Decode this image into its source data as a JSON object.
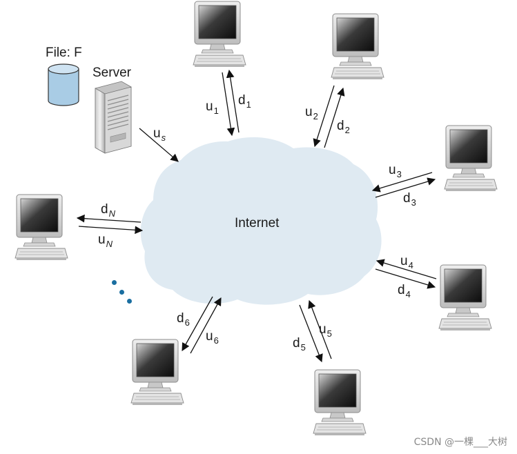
{
  "labels": {
    "file": "File: F",
    "server": "Server",
    "internet": "Internet",
    "server_upload": {
      "base": "u",
      "sub": "s"
    },
    "peers": [
      {
        "u": "u",
        "u_sub": "1",
        "d": "d",
        "d_sub": "1"
      },
      {
        "u": "u",
        "u_sub": "2",
        "d": "d",
        "d_sub": "2"
      },
      {
        "u": "u",
        "u_sub": "3",
        "d": "d",
        "d_sub": "3"
      },
      {
        "u": "u",
        "u_sub": "4",
        "d": "d",
        "d_sub": "4"
      },
      {
        "u": "u",
        "u_sub": "5",
        "d": "d",
        "d_sub": "5"
      },
      {
        "u": "u",
        "u_sub": "6",
        "d": "d",
        "d_sub": "6"
      },
      {
        "u": "u",
        "u_sub": "N",
        "d": "d",
        "d_sub": "N"
      }
    ]
  },
  "watermark": "CSDN @一棵___大树",
  "colors": {
    "cloud": "#dfeaf2",
    "database": "#a9cce5",
    "ellipsis": "#1a6ea0"
  }
}
